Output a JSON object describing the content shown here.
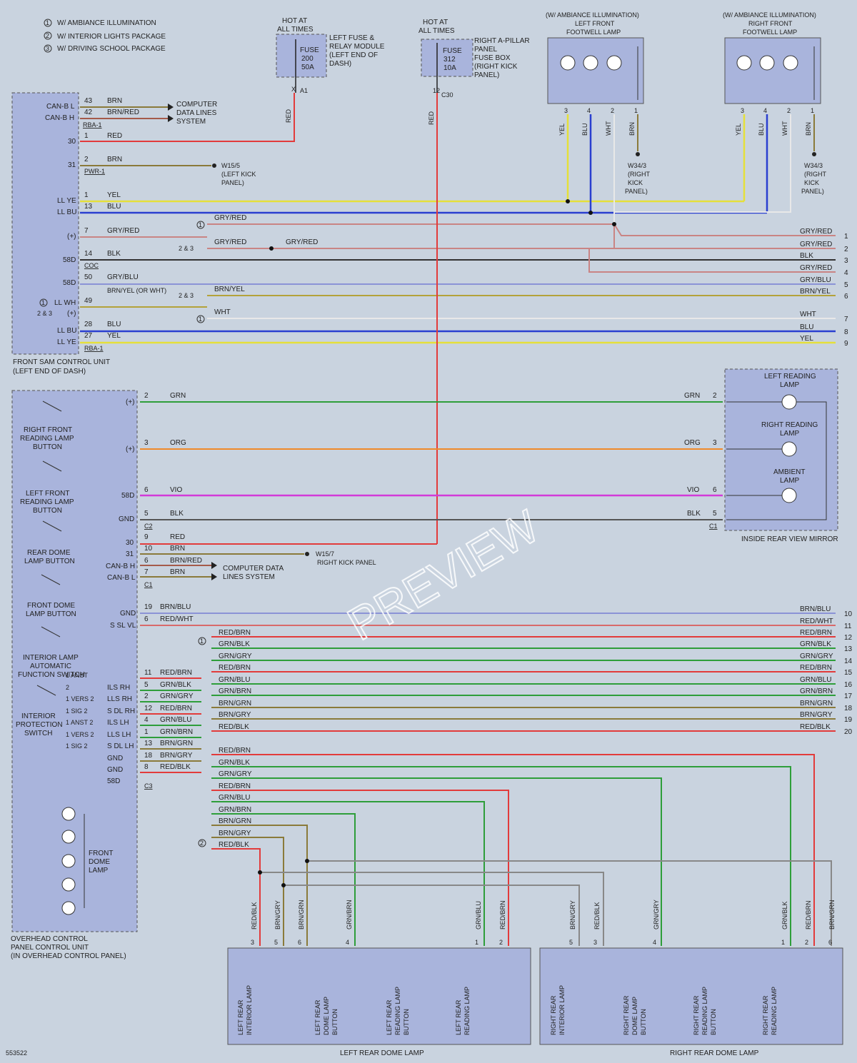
{
  "legend": [
    {
      "num": "1",
      "text": "W/ AMBIANCE ILLUMINATION"
    },
    {
      "num": "2",
      "text": "W/ INTERIOR LIGHTS PACKAGE"
    },
    {
      "num": "3",
      "text": "W/ DRIVING SCHOOL PACKAGE"
    }
  ],
  "watermark": "PREVIEW",
  "diagram_id": "553522",
  "colors": {
    "RED": "#e23b3b",
    "BRN": "#8a7a3a",
    "YEL": "#e5e03a",
    "BLU": "#2a3fd0",
    "GRY": "#a7aab0",
    "BLK": "#333333",
    "WHT": "#e8e8e8",
    "GRN": "#2e9e3a",
    "ORG": "#ef8a2a",
    "VIO": "#d23ad8",
    "GRYRED": "#c98484",
    "GRYBLU": "#8b93d6",
    "BRNYEL": "#b3a23a"
  },
  "fuses": [
    {
      "hot": [
        "HOT AT",
        "ALL TIMES"
      ],
      "box": [
        "FUSE",
        "200",
        "50A"
      ],
      "desc": [
        "LEFT FUSE &",
        "RELAY MODULE",
        "(LEFT END OF",
        "DASH)"
      ],
      "pin": "X",
      "conn": "A1",
      "wire": "RED"
    },
    {
      "hot": [
        "HOT AT",
        "ALL TIMES"
      ],
      "box": [
        "FUSE",
        "312",
        "10A"
      ],
      "desc": [
        "RIGHT A-PILLAR",
        "PANEL",
        "FUSE BOX",
        "(RIGHT KICK",
        "PANEL)"
      ],
      "pin": "12",
      "conn": "C30",
      "wire": "RED"
    }
  ],
  "footwell": [
    {
      "title": [
        "(W/ AMBIANCE ILLUMINATION)",
        "LEFT FRONT",
        "FOOTWELL LAMP"
      ],
      "pins": [
        "3",
        "4",
        "2",
        "1"
      ],
      "wires": [
        "YEL",
        "BLU",
        "WHT",
        "BRN"
      ],
      "ground": [
        "W34/3",
        "(RIGHT",
        "KICK",
        "PANEL)"
      ]
    },
    {
      "title": [
        "(W/ AMBIANCE ILLUMINATION)",
        "RIGHT FRONT",
        "FOOTWELL LAMP"
      ],
      "pins": [
        "3",
        "4",
        "2",
        "1"
      ],
      "wires": [
        "YEL",
        "BLU",
        "WHT",
        "BRN"
      ],
      "ground": [
        "W34/3",
        "(RIGHT",
        "KICK",
        "PANEL)"
      ]
    }
  ],
  "sam": {
    "name": [
      "FRONT SAM CONTROL UNIT",
      "(LEFT END OF DASH)"
    ],
    "pins": [
      "CAN-B L",
      "CAN-B H",
      "30",
      "31",
      "LL YE",
      "LL BU",
      "(+)",
      "58D",
      "58D",
      "LL WH",
      "(+)",
      "LL BU",
      "LL YE"
    ],
    "pin_prefix": [
      "2 & 3"
    ],
    "connectors": [
      "RBA-1",
      "PWR-1",
      "COC",
      "RBA-1"
    ],
    "data_lines": [
      "COMPUTER",
      "DATA LINES",
      "SYSTEM"
    ],
    "ground": [
      "W15/5",
      "(LEFT KICK",
      "PANEL)"
    ],
    "wires": [
      {
        "pin": "43",
        "color": "BRN"
      },
      {
        "pin": "42",
        "color": "BRN/RED"
      },
      {
        "pin": "1",
        "color": "RED"
      },
      {
        "pin": "2",
        "color": "BRN"
      },
      {
        "pin": "1",
        "color": "YEL"
      },
      {
        "pin": "13",
        "color": "BLU"
      },
      {
        "pin": "7",
        "color": "GRY/RED"
      },
      {
        "pin": "14",
        "color": "BLK"
      },
      {
        "pin": "50",
        "color": "GRY/BLU"
      },
      {
        "pin": "49",
        "color": "BRN/YEL (OR WHT)"
      },
      {
        "pin": "28",
        "color": "BLU"
      },
      {
        "pin": "27",
        "color": "YEL"
      }
    ],
    "split_labels": [
      "GRY/RED",
      "GRY/RED",
      "GRY/RED",
      "BRN/YEL",
      "WHT"
    ],
    "option_marks": [
      "1",
      "2 & 3",
      "2 & 3",
      "1"
    ]
  },
  "right_exits": [
    {
      "label": "GRY/RED",
      "num": "1"
    },
    {
      "label": "GRY/RED",
      "num": "2"
    },
    {
      "label": "BLK",
      "num": "3"
    },
    {
      "label": "GRY/RED",
      "num": "4"
    },
    {
      "label": "GRY/BLU",
      "num": "5"
    },
    {
      "label": "BRN/YEL",
      "num": "6"
    },
    {
      "label": "WHT",
      "num": "7"
    },
    {
      "label": "BLU",
      "num": "8"
    },
    {
      "label": "YEL",
      "num": "9"
    },
    {
      "label": "BRN/BLU",
      "num": "10"
    },
    {
      "label": "RED/WHT",
      "num": "11"
    },
    {
      "label": "RED/BRN",
      "num": "12"
    },
    {
      "label": "GRN/BLK",
      "num": "13"
    },
    {
      "label": "GRN/GRY",
      "num": "14"
    },
    {
      "label": "RED/BRN",
      "num": "15"
    },
    {
      "label": "GRN/BLU",
      "num": "16"
    },
    {
      "label": "GRN/BRN",
      "num": "17"
    },
    {
      "label": "BRN/GRN",
      "num": "18"
    },
    {
      "label": "BRN/GRY",
      "num": "19"
    },
    {
      "label": "RED/BLK",
      "num": "20"
    }
  ],
  "overhead": {
    "name": [
      "OVERHEAD CONTROL",
      "PANEL CONTROL UNIT",
      "(IN OVERHEAD CONTROL PANEL)"
    ],
    "buttons": [
      [
        "RIGHT FRONT",
        "READING LAMP",
        "BUTTON"
      ],
      [
        "LEFT FRONT",
        "READING LAMP",
        "BUTTON"
      ],
      [
        "REAR DOME",
        "LAMP BUTTON"
      ],
      [
        "FRONT DOME",
        "LAMP BUTTON"
      ],
      [
        "INTERIOR LAMP",
        "AUTOMATIC",
        "FUNCTION SWITCH"
      ],
      [
        "INTERIOR",
        "PROTECTION",
        "SWITCH"
      ]
    ],
    "dome_lamp": [
      "FRONT",
      "DOME",
      "LAMP"
    ],
    "pins_top": [
      "(+)",
      "(+)",
      "58D",
      "GND",
      "30",
      "31",
      "CAN-B H",
      "CAN-B L"
    ],
    "mirror_wires": [
      {
        "pin": "2",
        "color": "GRN"
      },
      {
        "pin": "3",
        "color": "ORG"
      },
      {
        "pin": "6",
        "color": "VIO"
      },
      {
        "pin": "5",
        "color": "BLK"
      }
    ],
    "c2_wires": [
      {
        "pin": "9",
        "color": "RED"
      },
      {
        "pin": "10",
        "color": "BRN"
      },
      {
        "pin": "6",
        "color": "BRN/RED"
      },
      {
        "pin": "7",
        "color": "BRN"
      }
    ],
    "connectors": [
      "C2",
      "C1",
      "C3"
    ],
    "ground": [
      "W15/7",
      "RIGHT KICK PANEL"
    ],
    "data_lines": [
      "COMPUTER DATA",
      "LINES SYSTEM"
    ],
    "c1_wires": [
      {
        "name": "GND",
        "pin": "19",
        "color": "BRN/BLU"
      },
      {
        "name": "S SL VL",
        "pin": "6",
        "color": "RED/WHT"
      }
    ],
    "c3_pins": [
      {
        "opt": "1 ANST",
        "name": "",
        "pin": "11",
        "color": "RED/BRN"
      },
      {
        "opt": "2",
        "name": "ILS RH",
        "pin": "5",
        "color": "GRN/BLK"
      },
      {
        "opt": "1 VERS 2",
        "name": "LLS RH",
        "pin": "2",
        "color": "GRN/GRY"
      },
      {
        "opt": "1 SIG 2",
        "name": "S DL RH",
        "pin": "12",
        "color": "RED/BRN"
      },
      {
        "opt": "1 ANST 2",
        "name": "ILS LH",
        "pin": "4",
        "color": "GRN/BLU"
      },
      {
        "opt": "1 VERS 2",
        "name": "LLS LH",
        "pin": "1",
        "color": "GRN/BRN"
      },
      {
        "opt": "1 SIG 2",
        "name": "S DL LH",
        "pin": "13",
        "color": "BRN/GRN"
      },
      {
        "opt": "",
        "name": "GND",
        "pin": "18",
        "color": "BRN/GRY"
      },
      {
        "opt": "",
        "name": "GND",
        "pin": "8",
        "color": "RED/BLK"
      },
      {
        "opt": "",
        "name": "58D",
        "pin": "",
        "color": ""
      }
    ],
    "bus1": [
      "RED/BRN",
      "GRN/BLK",
      "GRN/GRY",
      "RED/BRN",
      "GRN/BLU",
      "GRN/BRN",
      "BRN/GRN",
      "BRN/GRY",
      "RED/BLK"
    ],
    "bus2": [
      "RED/BRN",
      "GRN/BLK",
      "GRN/GRY",
      "RED/BRN",
      "GRN/BLU",
      "GRN/BRN",
      "BRN/GRN",
      "BRN/GRY",
      "RED/BLK"
    ]
  },
  "mirror": {
    "name": "INSIDE REAR VIEW MIRROR",
    "lamps": [
      [
        "LEFT READING",
        "LAMP"
      ],
      [
        "RIGHT READING",
        "LAMP"
      ],
      [
        "AMBIENT",
        "LAMP"
      ]
    ],
    "connector": "C1"
  },
  "rear": [
    {
      "name": "LEFT REAR DOME LAMP",
      "pins": [
        "3",
        "5",
        "6",
        "4",
        "1",
        "2"
      ],
      "wires": [
        "RED/BLK",
        "BRN/GRY",
        "BRN/GRN",
        "GRN/BRN",
        "GRN/BLU",
        "RED/BRN"
      ],
      "parts": [
        [
          "LEFT REAR",
          "INTERIOR LAMP"
        ],
        [
          "LEFT REAR",
          "DOME LAMP",
          "BUTTON"
        ],
        [
          "LEFT REAR",
          "READING LAMP",
          "BUTTON"
        ],
        [
          "LEFT REAR",
          "READING LAMP"
        ]
      ]
    },
    {
      "name": "RIGHT REAR DOME LAMP",
      "pins": [
        "5",
        "3",
        "4",
        "1",
        "2",
        "6"
      ],
      "wires": [
        "BRN/GRY",
        "RED/BLK",
        "GRN/GRY",
        "GRN/BLK",
        "RED/BRN",
        "BRN/GRN"
      ],
      "parts": [
        [
          "RIGHT REAR",
          "INTERIOR LAMP"
        ],
        [
          "RIGHT REAR",
          "DOME LAMP",
          "BUTTON"
        ],
        [
          "RIGHT REAR",
          "READING LAMP",
          "BUTTON"
        ],
        [
          "RIGHT REAR",
          "READING LAMP"
        ]
      ]
    }
  ]
}
